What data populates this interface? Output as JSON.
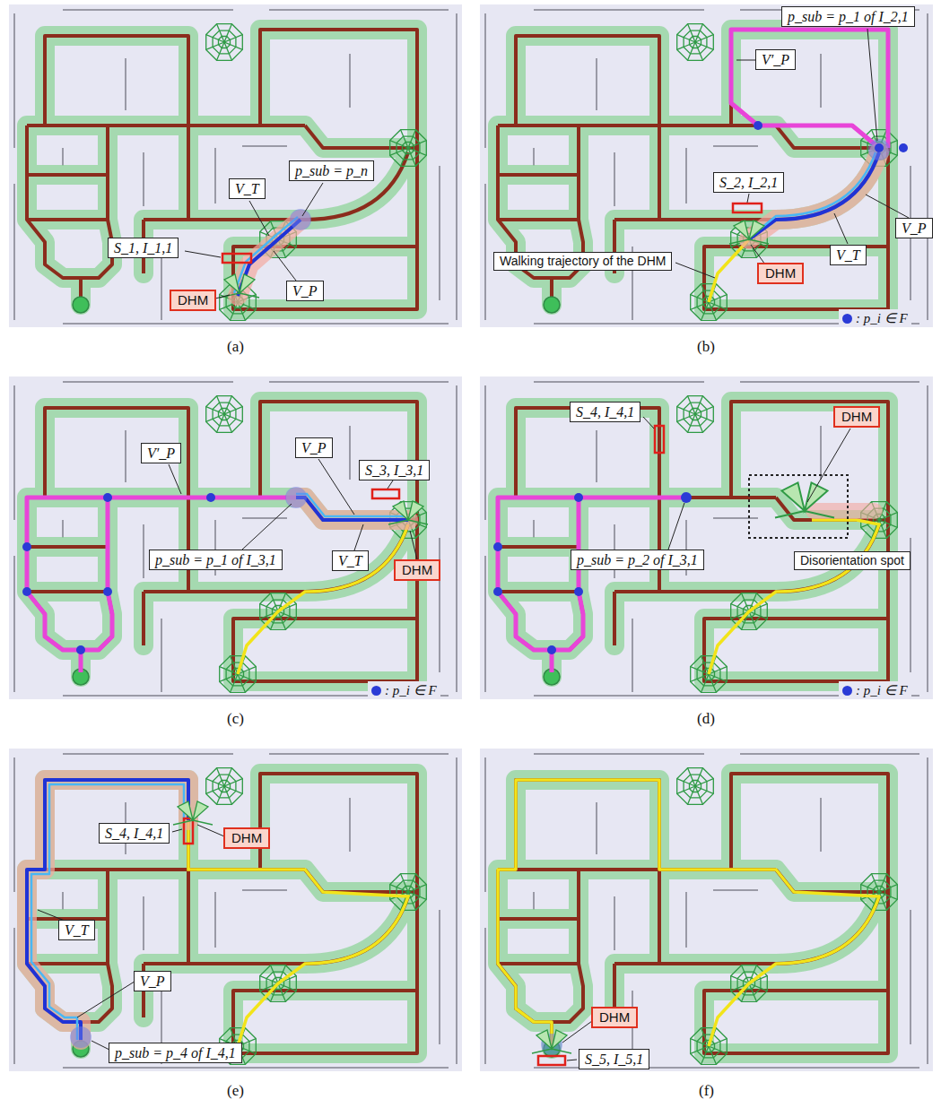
{
  "diagram": {
    "nodes": [
      {
        "text": [
          "V_T"
        ]
      },
      {
        "text": [
          "p_sub = p_n"
        ]
      },
      {
        "text": [
          "S_1, I_1,1"
        ]
      },
      {
        "text": [
          "DHM"
        ]
      },
      {
        "text": [
          "V_P"
        ]
      },
      {
        "text": [
          "p_sub = p_1 of I_2,1"
        ]
      },
      {
        "text": [
          "V′_P"
        ]
      },
      {
        "text": [
          "S_2, I_2,1"
        ]
      },
      {
        "text": [
          "Walking trajectory of the DHM"
        ]
      },
      {
        "text": [
          "V_P"
        ]
      },
      {
        "text": [
          "V_T"
        ]
      },
      {
        "text": [
          "DHM"
        ]
      },
      {
        "text": [
          "V′_P"
        ]
      },
      {
        "text": [
          "V_P"
        ]
      },
      {
        "text": [
          "S_3, I_3,1"
        ]
      },
      {
        "text": [
          "V_T"
        ]
      },
      {
        "text": [
          "p_sub = p_1 of I_3,1"
        ]
      },
      {
        "text": [
          "DHM"
        ]
      },
      {
        "text": [
          "S_4, I_4,1"
        ]
      },
      {
        "text": [
          "DHM"
        ]
      },
      {
        "text": [
          "p_sub = p_2 of I_3,1"
        ]
      },
      {
        "text": [
          "Disorientation spot"
        ]
      },
      {
        "text": [
          "S_4, I_4,1"
        ]
      },
      {
        "text": [
          "DHM"
        ]
      },
      {
        "text": [
          "V_T"
        ]
      },
      {
        "text": [
          "V_P"
        ]
      },
      {
        "text": [
          "p_sub = p_4 of I_4,1"
        ]
      },
      {
        "text": [
          "DHM"
        ]
      },
      {
        "text": [
          "S_5, I_5,1"
        ]
      }
    ],
    "labels": [
      "(a)",
      "(b)",
      "(c)",
      "(d)",
      "(e)",
      "(f)"
    ],
    "legend": [
      {
        "text": ": p_i ∈ F",
        "color": "#2b3bd6"
      },
      {
        "text": ": p_i ∈ F",
        "color": "#2b3bd6"
      },
      {
        "text": ": p_i ∈ F",
        "color": "#2b3bd6"
      }
    ]
  }
}
